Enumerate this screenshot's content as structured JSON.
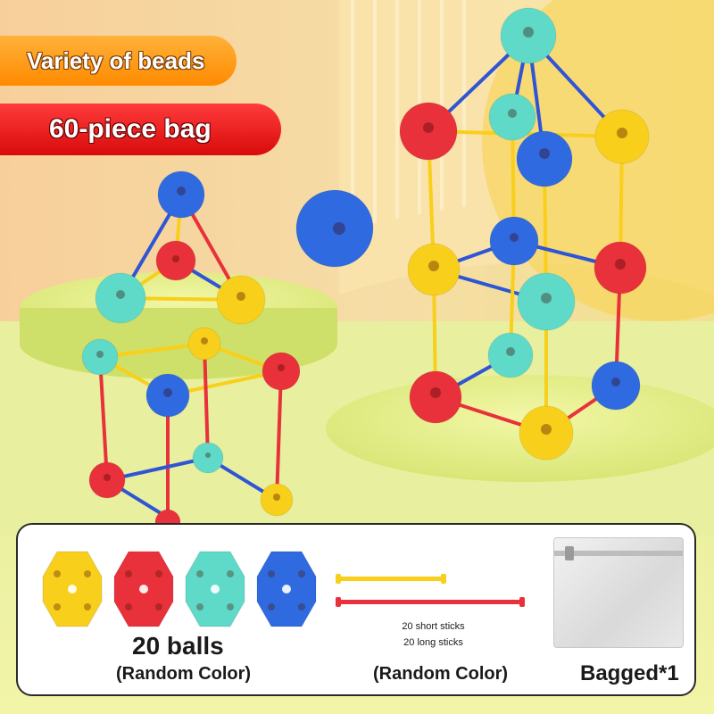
{
  "banners": {
    "variety": "Variety of beads",
    "bag_count": "60-piece bag"
  },
  "contents": {
    "balls": {
      "title": "20 balls",
      "note": "(Random Color)"
    },
    "sticks": {
      "short": "20 short sticks",
      "long": "20 long sticks",
      "note": "(Random Color)"
    },
    "bag": {
      "label": "Bagged*1"
    }
  },
  "colors": {
    "yellow": "#f8cf1a",
    "red": "#e8313a",
    "teal": "#5fd9c8",
    "blue": "#2f6ae0",
    "orange_banner": "#ff8a00",
    "red_banner": "#e01414"
  }
}
